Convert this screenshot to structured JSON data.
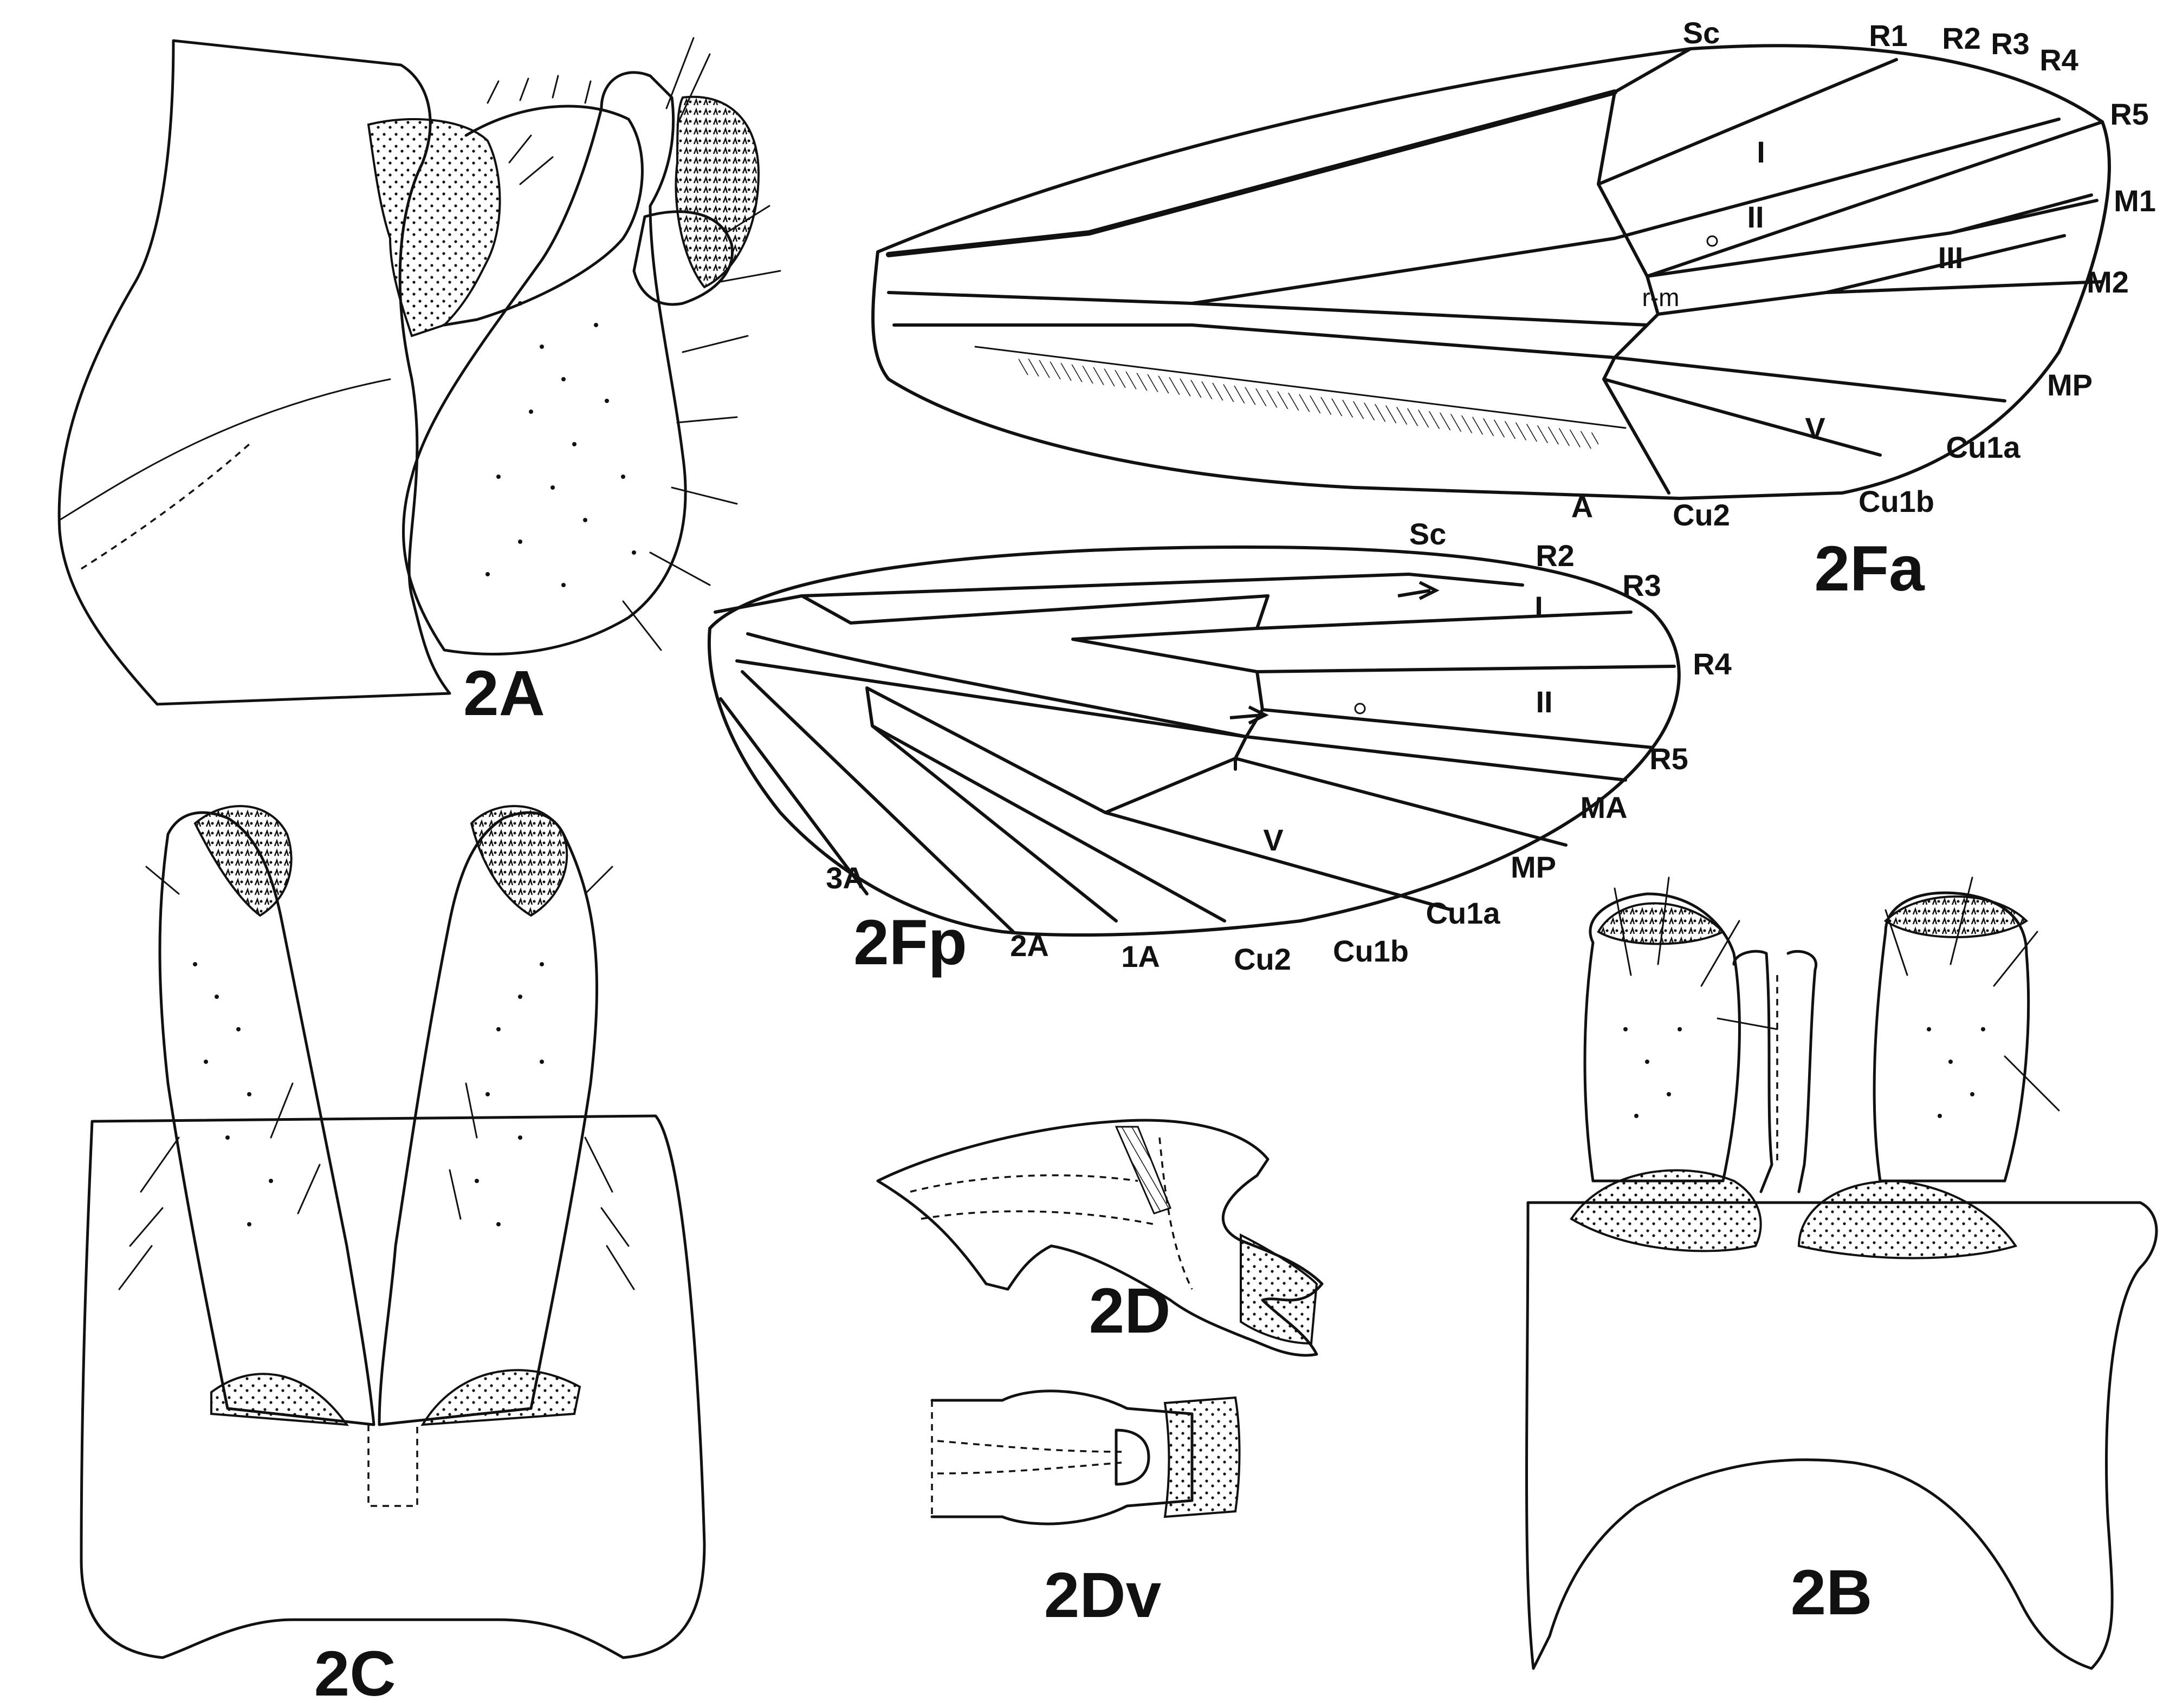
{
  "figures": {
    "a": "2A",
    "b": "2B",
    "c": "2C",
    "d": "2D",
    "dv": "2Dv",
    "fa": "2Fa",
    "fp": "2Fp"
  },
  "forewing": {
    "veins": {
      "sc": "Sc",
      "r1": "R1",
      "r2": "R2",
      "r3": "R3",
      "r4": "R4",
      "r5": "R5",
      "m1": "M1",
      "m2": "M2",
      "mp": "MP",
      "cu1a": "Cu1a",
      "cu1b": "Cu1b",
      "cu2": "Cu2",
      "a": "A"
    },
    "crossvein": "r-m",
    "cells": {
      "i": "I",
      "ii": "II",
      "iii": "III",
      "v": "V"
    }
  },
  "hindwing": {
    "veins": {
      "sc": "Sc",
      "r2": "R2",
      "r3": "R3",
      "r4": "R4",
      "r5": "R5",
      "ma": "MA",
      "mp": "MP",
      "cu1a": "Cu1a",
      "cu1b": "Cu1b",
      "cu2": "Cu2",
      "a1": "1A",
      "a2": "2A",
      "a3": "3A"
    },
    "cells": {
      "i": "I",
      "ii": "II",
      "v": "V"
    }
  }
}
